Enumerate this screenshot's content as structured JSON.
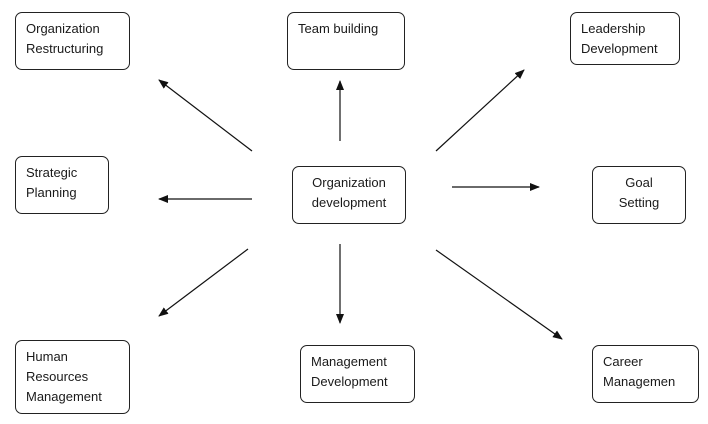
{
  "diagram": {
    "center": {
      "lines": [
        "Organization",
        "development"
      ]
    },
    "nodes": {
      "org_restructuring": {
        "lines": [
          "Organization",
          "Restructuring"
        ]
      },
      "team_building": {
        "lines": [
          "Team building"
        ]
      },
      "leadership_development": {
        "lines": [
          "Leadership",
          "Development"
        ]
      },
      "strategic_planning": {
        "lines": [
          "Strategic",
          "Planning"
        ]
      },
      "goal_setting": {
        "lines": [
          "Goal",
          "Setting"
        ]
      },
      "hr_management": {
        "lines": [
          "Human",
          "Resources",
          "Management"
        ]
      },
      "management_development": {
        "lines": [
          "Management",
          "Development"
        ]
      },
      "career_management": {
        "lines": [
          "Career",
          "Managemen"
        ]
      }
    },
    "line_color": "#111111"
  }
}
